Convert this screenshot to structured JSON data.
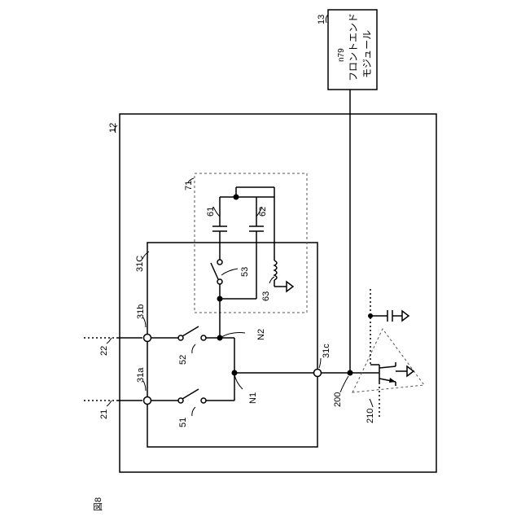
{
  "figure": {
    "label": "図8"
  },
  "blocks": {
    "front_end": {
      "ref": "13",
      "band": "n79",
      "title_line1": "フロントエンド",
      "title_line2": "モジュール"
    },
    "module": {
      "ref": "12"
    },
    "switch_ic": {
      "ref": "31C"
    },
    "filter": {
      "ref": "71"
    }
  },
  "terminals": {
    "t31a": "31a",
    "t31b": "31b",
    "t31c": "31c"
  },
  "switches": {
    "s51": "51",
    "s52": "52",
    "s53": "53"
  },
  "components": {
    "c61": "61",
    "c62": "62",
    "l63": "63"
  },
  "nodes": {
    "n1": "N1",
    "n2": "N2"
  },
  "lines": {
    "line21": "21",
    "line22": "22",
    "line200": "200",
    "amp210": "210"
  }
}
